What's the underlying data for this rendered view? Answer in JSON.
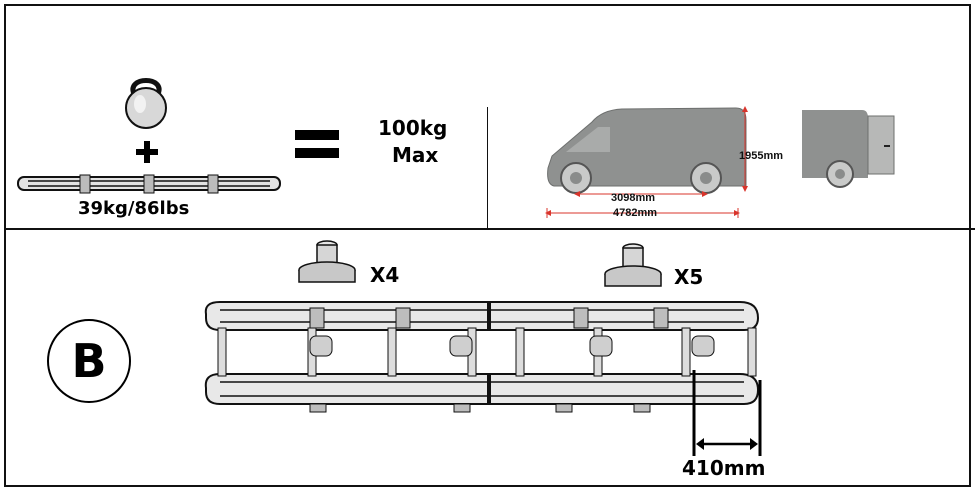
{
  "weight": {
    "rack_weight_label": "39kg/86lbs",
    "max_load_value": "100kg",
    "max_load_suffix": "Max"
  },
  "van_dimensions": {
    "height_label": "1955mm",
    "wheelbase_label": "3098mm",
    "length_label": "4782mm"
  },
  "installation": {
    "step_letter": "B",
    "front_feet_count": "X4",
    "rear_feet_count": "X5",
    "overhang_label": "410mm"
  },
  "colors": {
    "line": "#111111",
    "van_fill": "#8f9190",
    "dimension_red": "#d9342b"
  }
}
